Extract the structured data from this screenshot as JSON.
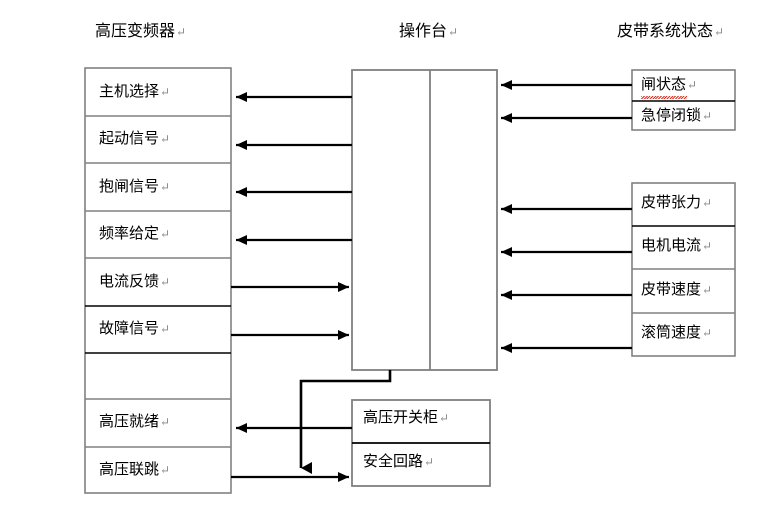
{
  "diagram": {
    "pilcrow": "↵",
    "stroke_color": "#000000",
    "box_border_color": "#808080",
    "misspell_underline_color": "#e03020",
    "groups": {
      "left": {
        "title": "高压变频器",
        "rows": [
          {
            "label": "主机选择"
          },
          {
            "label": "起动信号"
          },
          {
            "label": "抱闸信号"
          },
          {
            "label": "频率给定"
          },
          {
            "label": "电流反馈"
          },
          {
            "label": "故障信号"
          },
          {
            "label": ""
          },
          {
            "label": "高压就绪"
          },
          {
            "label": "高压联跳"
          }
        ]
      },
      "center": {
        "title": "操作台"
      },
      "right_top": {
        "title": "皮带系统状态",
        "rows": [
          {
            "label": "闸状态",
            "misspelled": true
          },
          {
            "label": "急停闭锁",
            "misspelled": false
          }
        ]
      },
      "right_bottom": {
        "rows": [
          {
            "label": "皮带张力"
          },
          {
            "label": "电机电流"
          },
          {
            "label": "皮带速度"
          },
          {
            "label": "滚筒速度"
          }
        ]
      },
      "bottom": {
        "rows": [
          {
            "label": "高压开关柜"
          },
          {
            "label": "安全回路"
          }
        ]
      }
    },
    "connections": [
      {
        "name": "host-select",
        "direction": "to-left"
      },
      {
        "name": "start-signal",
        "direction": "to-left"
      },
      {
        "name": "brake-signal",
        "direction": "to-left"
      },
      {
        "name": "frequency-setpoint",
        "direction": "to-left"
      },
      {
        "name": "current-feedback",
        "direction": "to-right"
      },
      {
        "name": "fault-signal",
        "direction": "to-right"
      },
      {
        "name": "hv-ready",
        "direction": "to-left"
      },
      {
        "name": "hv-trip",
        "direction": "to-right"
      },
      {
        "name": "gate-status",
        "direction": "to-left"
      },
      {
        "name": "estop-interlock",
        "direction": "to-left"
      },
      {
        "name": "belt-tension",
        "direction": "to-left"
      },
      {
        "name": "motor-current",
        "direction": "to-left"
      },
      {
        "name": "belt-speed",
        "direction": "to-left"
      },
      {
        "name": "drum-speed",
        "direction": "to-left"
      },
      {
        "name": "hv-switchgear",
        "direction": "to-left"
      },
      {
        "name": "console-to-safety",
        "direction": "down"
      }
    ]
  }
}
